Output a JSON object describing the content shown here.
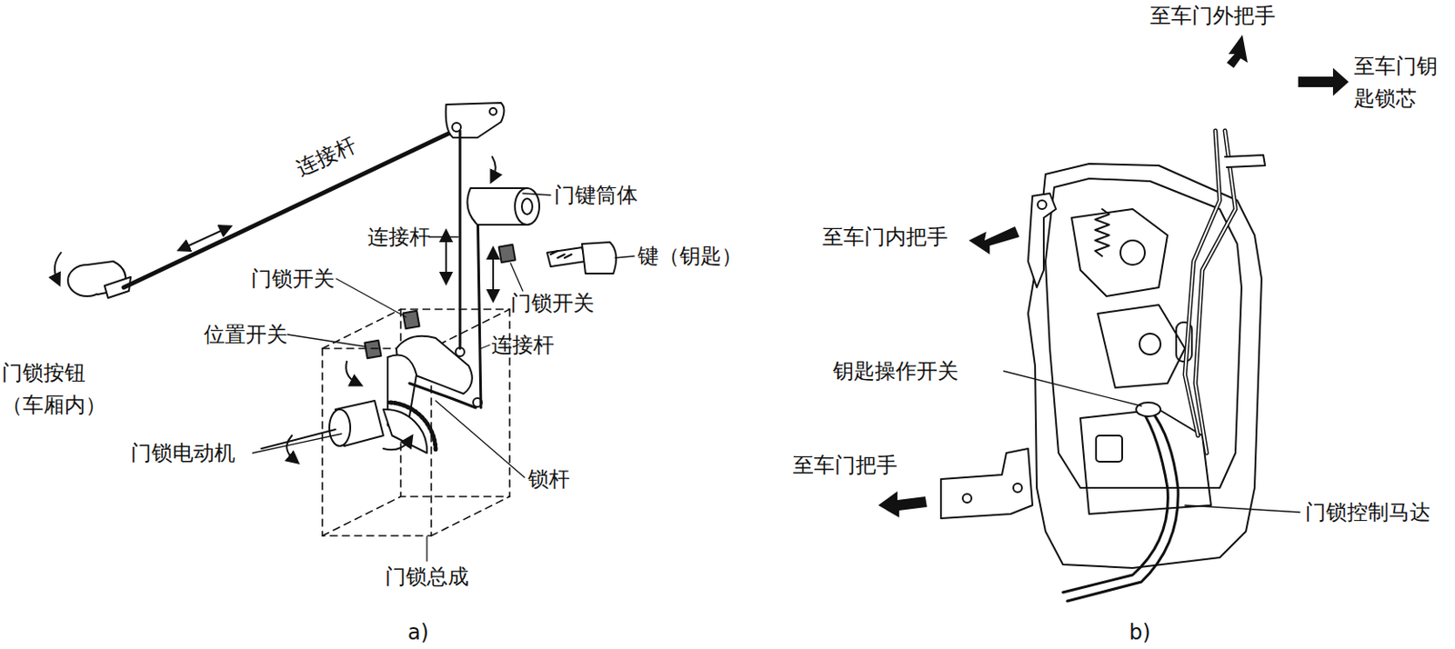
{
  "diagram": {
    "labels": [
      "连接杆",
      "门键筒体",
      "键（钥匙）",
      "连接杆",
      "门锁开关",
      "门锁开关",
      "位置开关",
      "连接杆",
      "门锁按钮 （车厢内）",
      "门锁电动机",
      "锁杆",
      "门锁总成",
      "a)",
      "至车门外把手",
      "至车门钥 匙锁芯",
      "至车门内把手",
      "钥匙操作开关",
      "至车门把手",
      "门锁控制马达",
      "b)"
    ]
  }
}
